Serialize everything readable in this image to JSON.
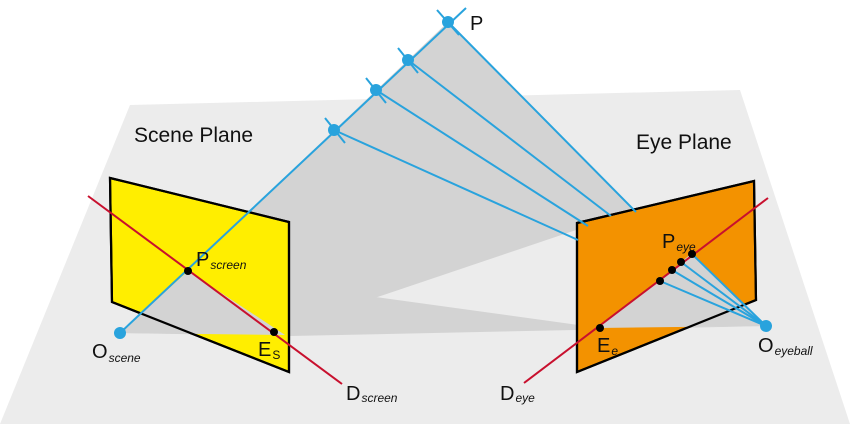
{
  "labels": {
    "scene_plane": "Scene Plane",
    "eye_plane": "Eye Plane",
    "p": "P",
    "p_screen_main": "P",
    "p_screen_sub": "screen",
    "o_scene_main": "O",
    "o_scene_sub": "scene",
    "e_s_main": "E",
    "e_s_sub": "S",
    "d_screen_main": "D",
    "d_screen_sub": "screen",
    "p_eye_main": "P",
    "p_eye_sub": "eye",
    "e_e_main": "E",
    "e_e_sub": "e",
    "o_eyeball_main": "O",
    "o_eyeball_sub": "eyeball",
    "d_eye_main": "D",
    "d_eye_sub": "eye"
  },
  "colors": {
    "ground": "#ececec",
    "shade": "#d3d3d3",
    "scene_plane": "#ffee00",
    "eye_plane": "#f39200",
    "ray": "#29a3dd",
    "red_line": "#c8102e",
    "point_dot": "#000000"
  }
}
